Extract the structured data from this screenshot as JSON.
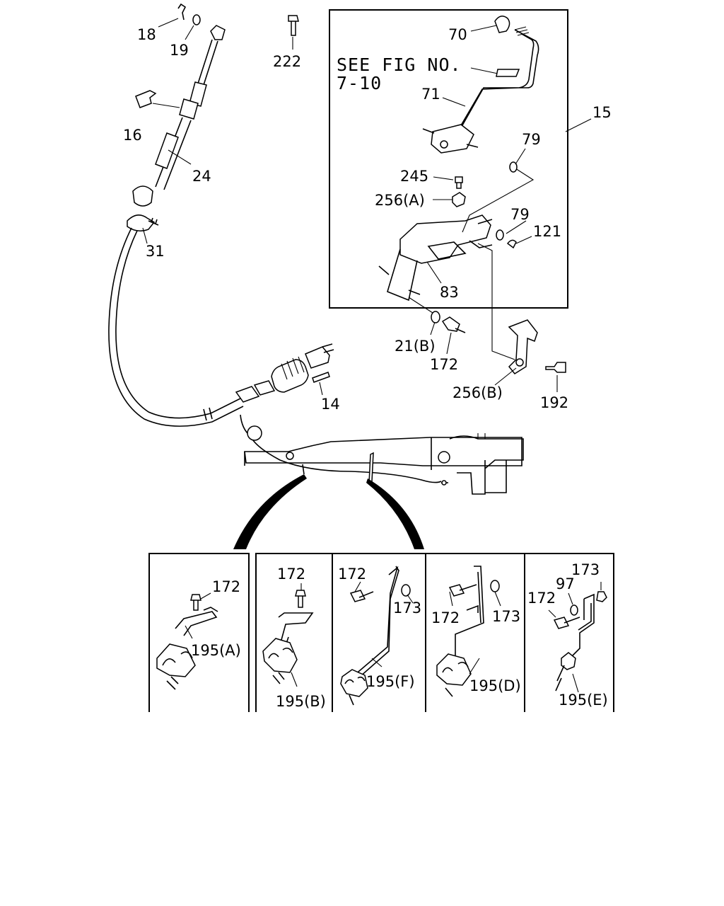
{
  "see_note": {
    "line1": "SEE FIG NO.",
    "line2": "7-10"
  },
  "callouts": {
    "c18": "18",
    "c19": "19",
    "c222": "222",
    "c70": "70",
    "c71": "71",
    "c15": "15",
    "c16": "16",
    "c24": "24",
    "c79a": "79",
    "c245": "245",
    "c256a": "256(A)",
    "c79b": "79",
    "c121": "121",
    "c31": "31",
    "c83": "83",
    "c21b": "21(B)",
    "c172": "172",
    "c14": "14",
    "c256b": "256(B)",
    "c192": "192"
  },
  "inset_panels": [
    {
      "p1": "172",
      "p2": "195(A)"
    },
    {
      "p1": "172",
      "p2": "195(B)"
    },
    {
      "p1": "172",
      "p2": "173",
      "p3": "195(F)"
    },
    {
      "p1": "172",
      "p2": "173",
      "p3": "195(D)"
    },
    {
      "p1": "173",
      "p2": "97",
      "p3": "172",
      "p4": "195(E)"
    }
  ]
}
